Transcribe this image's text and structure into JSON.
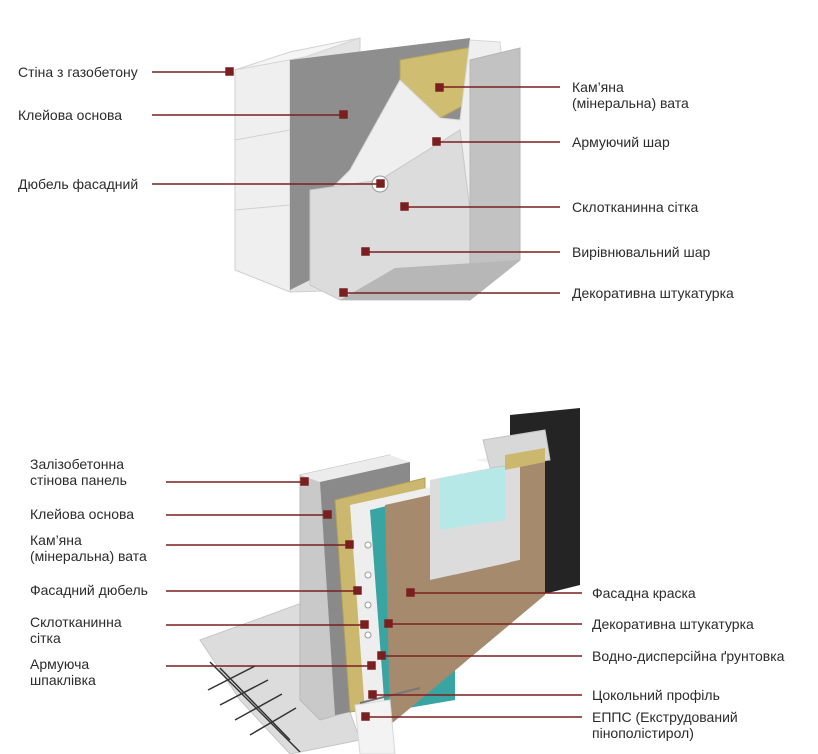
{
  "diagram1": {
    "labels_left": [
      "Стіна з газобетону",
      "Клейова основа",
      "Дюбель фасадний"
    ],
    "labels_right": [
      "Кам’яна\n(мінеральна) вата",
      "Армуючий шар",
      "Склотканинна сітка",
      "Вирівнювальний шар",
      "Декоративна штукатурка"
    ]
  },
  "diagram2": {
    "labels_left": [
      "Залізобетонна\nстінова панель",
      "Клейова основа",
      "Кам’яна\n(мінеральна) вата",
      "Фасадний дюбель",
      "Склотканинна\nсітка",
      "Армуюча\nшпаклівка"
    ],
    "labels_right": [
      "Фасадна краска",
      "Декоративна штукатурка",
      "Водно-дисперсійна ґрунтовка",
      "Цокольний профіль",
      "ЕППС (Екструдований\nпінополістирол)"
    ]
  },
  "colors": {
    "leader": "#7a1f1f",
    "block": "#e6e6e6",
    "adhesive": "#8a8a8a",
    "wool": "#c9b66a",
    "plaster": "#a7a7a7",
    "paint": "#a68a6e",
    "primer": "#38a5a3",
    "dark_wall": "#242424"
  }
}
